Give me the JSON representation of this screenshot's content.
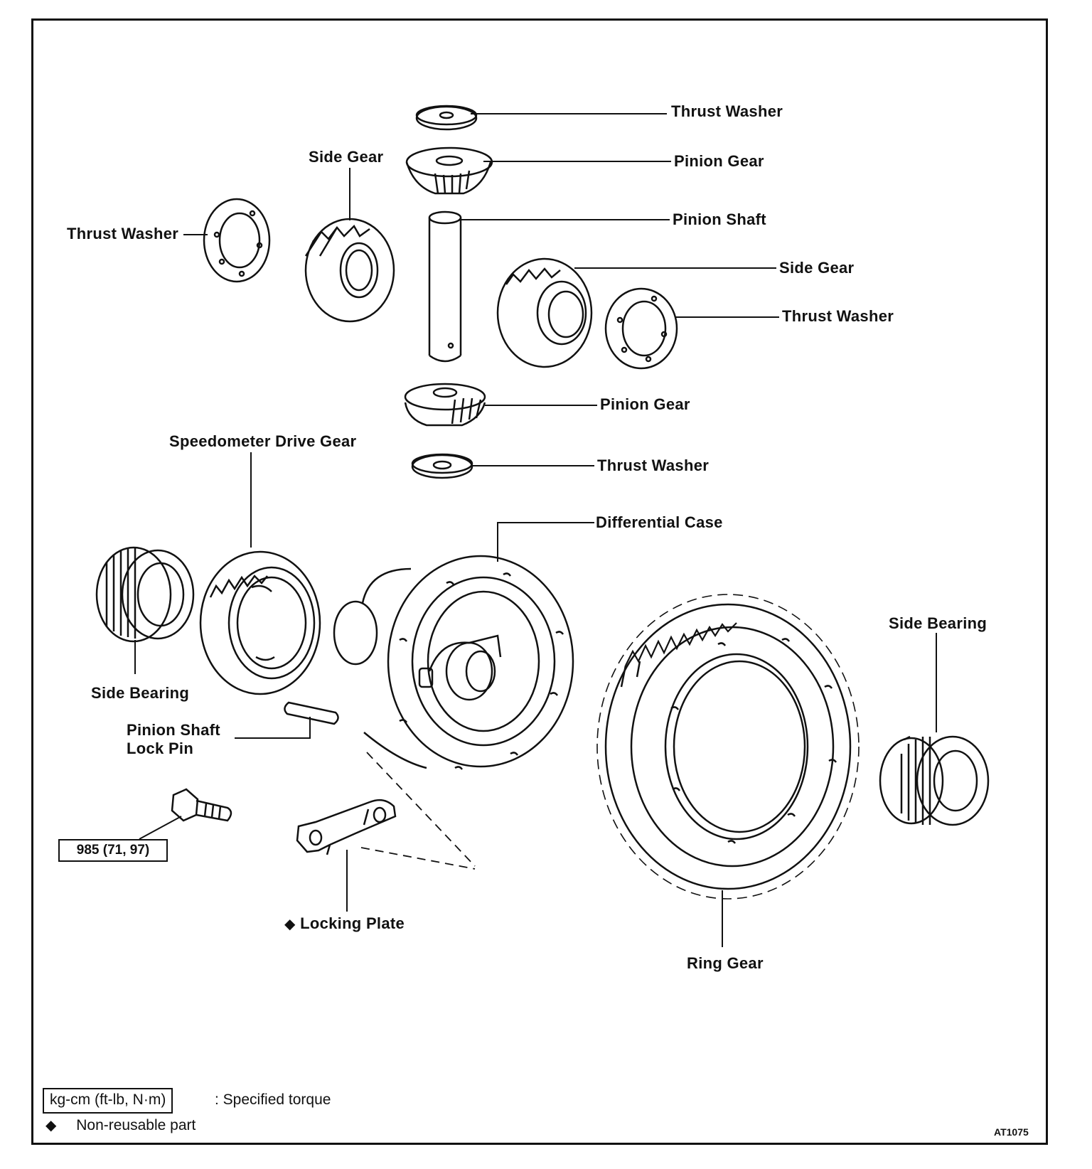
{
  "labels": {
    "thrust_washer_top": "Thrust Washer",
    "pinion_gear_top": "Pinion Gear",
    "side_gear_top": "Side Gear",
    "thrust_washer_left": "Thrust Washer",
    "pinion_shaft": "Pinion Shaft",
    "side_gear_right": "Side Gear",
    "thrust_washer_right": "Thrust Washer",
    "pinion_gear_bottom": "Pinion Gear",
    "thrust_washer_bottom": "Thrust Washer",
    "speedometer_drive_gear": "Speedometer Drive Gear",
    "differential_case": "Differential Case",
    "side_bearing_right": "Side Bearing",
    "side_bearing_left": "Side Bearing",
    "pinion_shaft_lock_pin_line1": "Pinion Shaft",
    "pinion_shaft_lock_pin_line2": "Lock Pin",
    "torque_value": "985 (71, 97)",
    "locking_plate": "Locking Plate",
    "ring_gear": "Ring Gear"
  },
  "legend": {
    "torque_unit": "kg-cm (ft-lb, N·m)",
    "torque_desc": ":  Specified torque",
    "non_reusable_symbol": "◆",
    "non_reusable_desc": "Non-reusable part"
  },
  "figure_code": "AT1075",
  "icons": {
    "non_reusable_marker": "diamond-icon"
  }
}
